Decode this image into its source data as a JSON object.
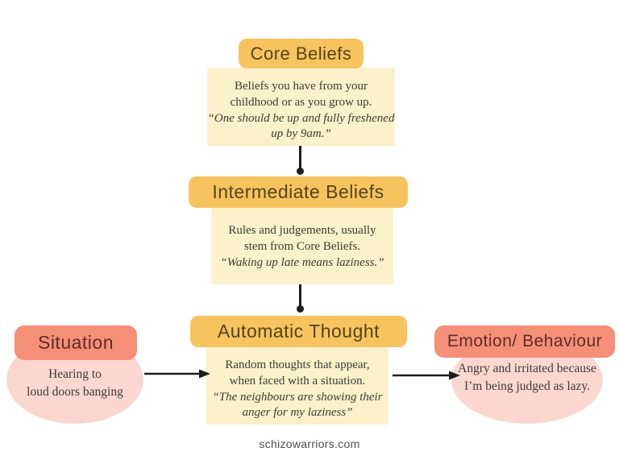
{
  "colors": {
    "amber": "#F6C45F",
    "amber_text": "#574312",
    "pale_yellow": "#FBF2CB",
    "body_text": "#403B35",
    "salmon": "#F68F77",
    "salmon_text": "#5E2F26",
    "pale_pink": "#FAD8D0",
    "line": "#1D1D1B",
    "watermark_text": "#4E4E4E"
  },
  "stages": [
    {
      "title": "Core Beliefs",
      "lines": [
        "Beliefs you have from your",
        "childhood or as you grow up."
      ],
      "quote_lines": [
        "“One should be up and fully freshened",
        "up by 9am.”"
      ]
    },
    {
      "title": "Intermediate Beliefs",
      "lines": [
        "Rules and judgements, usually",
        "stem from Core Beliefs."
      ],
      "quote_lines": [
        "“Waking up late means laziness.”"
      ]
    },
    {
      "title": "Automatic Thought",
      "lines": [
        "Random thoughts that appear,",
        "when faced with a situation."
      ],
      "quote_lines": [
        "“The neighbours are showing  their",
        "anger for my laziness”"
      ]
    }
  ],
  "side_nodes": [
    {
      "title": "Situation",
      "lines": [
        "Hearing to",
        "loud doors banging"
      ]
    },
    {
      "title": "Emotion/ Behaviour",
      "lines": [
        "Angry and irritated because",
        "I’m being judged as lazy."
      ]
    }
  ],
  "watermark": "schizowarriors.com"
}
